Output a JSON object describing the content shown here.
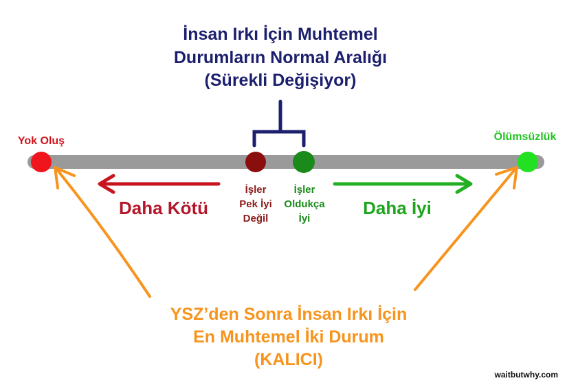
{
  "title": {
    "lines": [
      "İnsan Irkı İçin Muhtemel",
      "Durumların Normal Aralığı",
      "(Sürekli Değişiyor)"
    ]
  },
  "endpoints": {
    "left": "Yok Oluş",
    "right": "Ölümsüzlük"
  },
  "middle": {
    "bad": [
      "İşler",
      "Pek İyi",
      "Değil"
    ],
    "good": [
      "İşler",
      "Oldukça",
      "İyi"
    ]
  },
  "arrows": {
    "worse": "Daha Kötü",
    "better": "Daha İyi"
  },
  "bottom": {
    "lines": [
      "YSZ’den Sonra İnsan Irkı İçin",
      "En Muhtemel İki Durum",
      "(KALICI)"
    ]
  },
  "watermark": "waitbutwhy.com",
  "colors": {
    "navy": "#1c1f6e",
    "red": "#e8141c",
    "darkred": "#8b1414",
    "green": "#1a8a1a",
    "lightgreen": "#22dd22",
    "orange": "#f7941d",
    "bar": "#9a9a9a"
  }
}
